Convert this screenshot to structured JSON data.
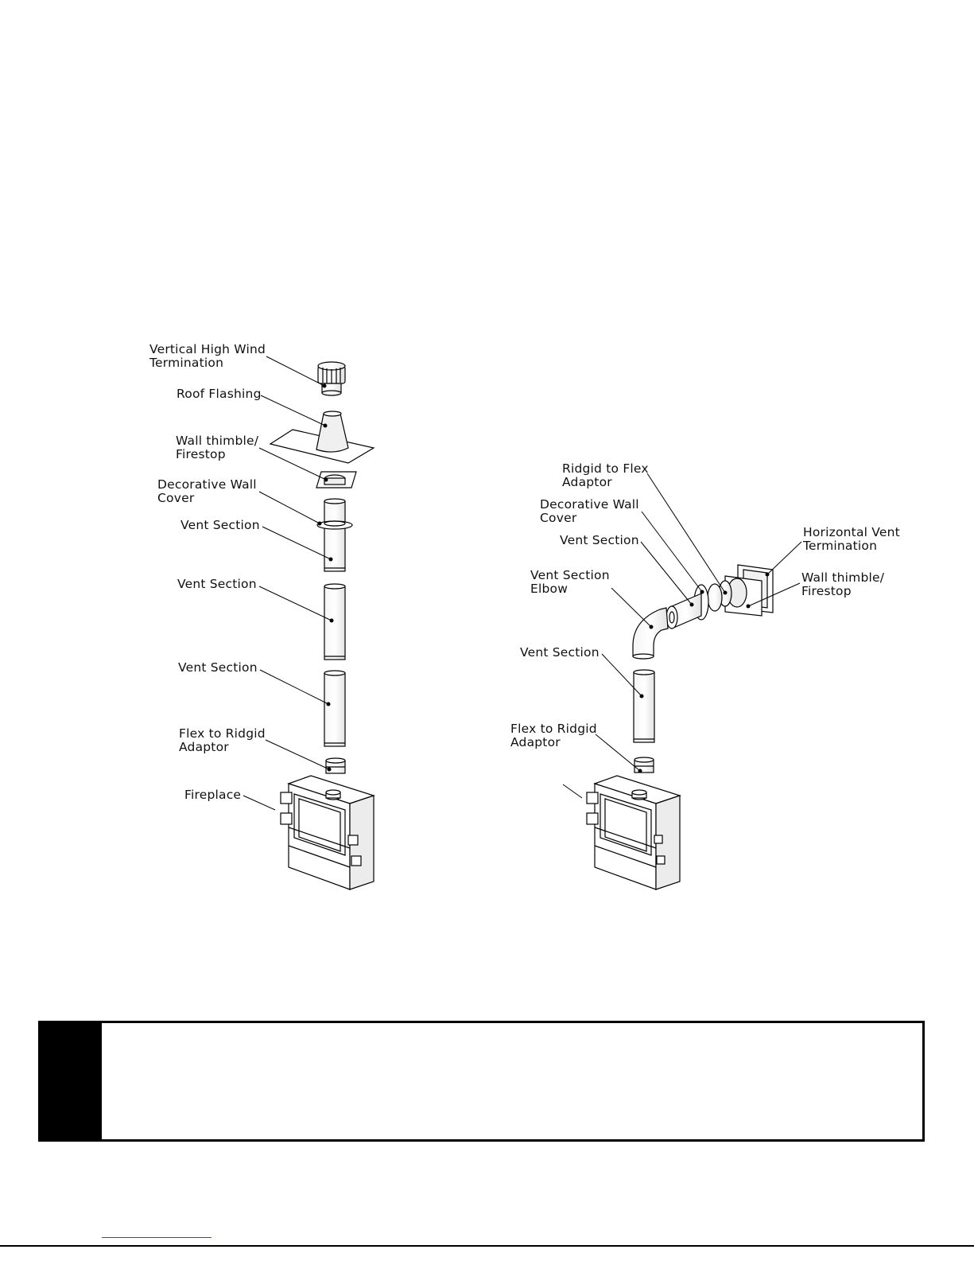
{
  "vertical_diagram": {
    "labels": {
      "vertical_high_wind_termination": "Vertical High Wind\nTermination",
      "roof_flashing": "Roof Flashing",
      "wall_thimble_firestop": "Wall thimble/\nFirestop",
      "decorative_wall_cover": "Decorative Wall\nCover",
      "vent_section_1": "Vent Section",
      "vent_section_2": "Vent Section",
      "vent_section_3": "Vent Section",
      "flex_to_ridgid_adaptor": "Flex to Ridgid\nAdaptor",
      "fireplace": "Fireplace"
    }
  },
  "horizontal_diagram": {
    "labels": {
      "ridgid_to_flex_adaptor": "Ridgid to Flex\nAdaptor",
      "decorative_wall_cover": "Decorative Wall\nCover",
      "vent_section_top": "Vent Section",
      "horizontal_vent_termination": "Horizontal Vent\nTermination",
      "wall_thimble_firestop": "Wall thimble/\nFirestop",
      "vent_section_elbow": "Vent Section\nElbow",
      "vent_section": "Vent Section",
      "flex_to_ridgid_adaptor": "Flex to Ridgid\nAdaptor"
    }
  },
  "colors": {
    "line": "#000000",
    "fill": "#ffffff",
    "shade": "#e9e9e9",
    "note_tab": "#000000",
    "link": "#3344cc"
  }
}
